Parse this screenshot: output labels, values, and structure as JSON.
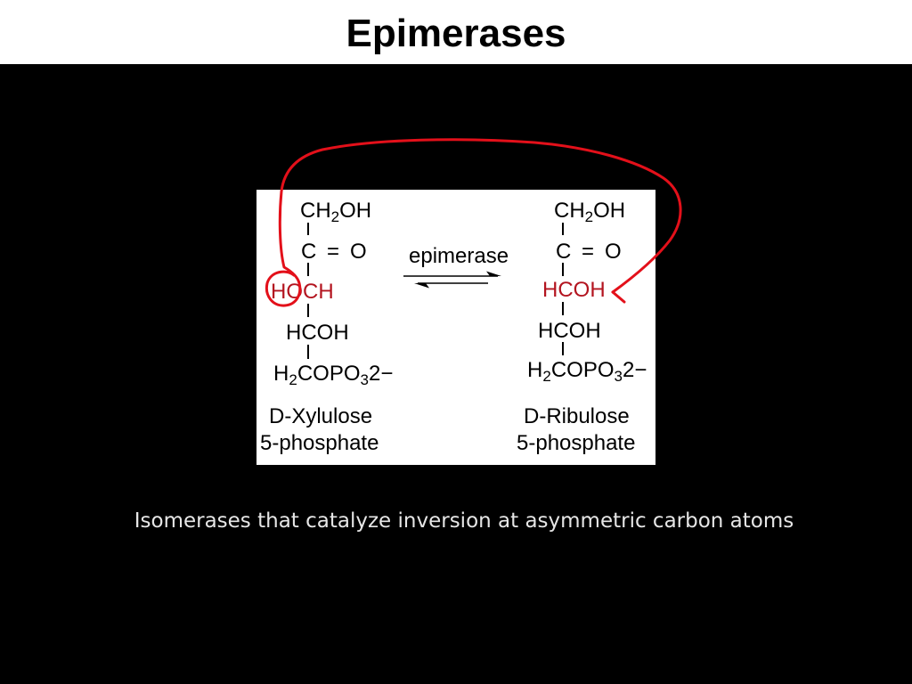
{
  "title": "Epimerases",
  "colors": {
    "title_bar": "#ffffff",
    "background": "#000000",
    "highlight_text": "#b3141f",
    "annotation": "#e3101a",
    "caption": "#e6e6e6"
  },
  "reaction": {
    "enzyme": "epimerase",
    "substrate": {
      "c1": [
        "CH",
        "2",
        "OH"
      ],
      "c2": [
        "C",
        "=",
        "O"
      ],
      "c3": "HOCH",
      "c4": "HCOH",
      "c5": [
        "H",
        "2",
        "COPO",
        "3",
        "2−"
      ],
      "name": [
        "D-Xylulose",
        "5-phosphate"
      ]
    },
    "product": {
      "c1": [
        "CH",
        "2",
        "OH"
      ],
      "c2": [
        "C",
        "=",
        "O"
      ],
      "c3": "HCOH",
      "c4": "HCOH",
      "c5": [
        "H",
        "2",
        "COPO",
        "3",
        "2−"
      ],
      "name": [
        "D-Ribulose",
        "5-phosphate"
      ]
    }
  },
  "caption": "Isomerases that catalyze inversion at asymmetric carbon atoms"
}
